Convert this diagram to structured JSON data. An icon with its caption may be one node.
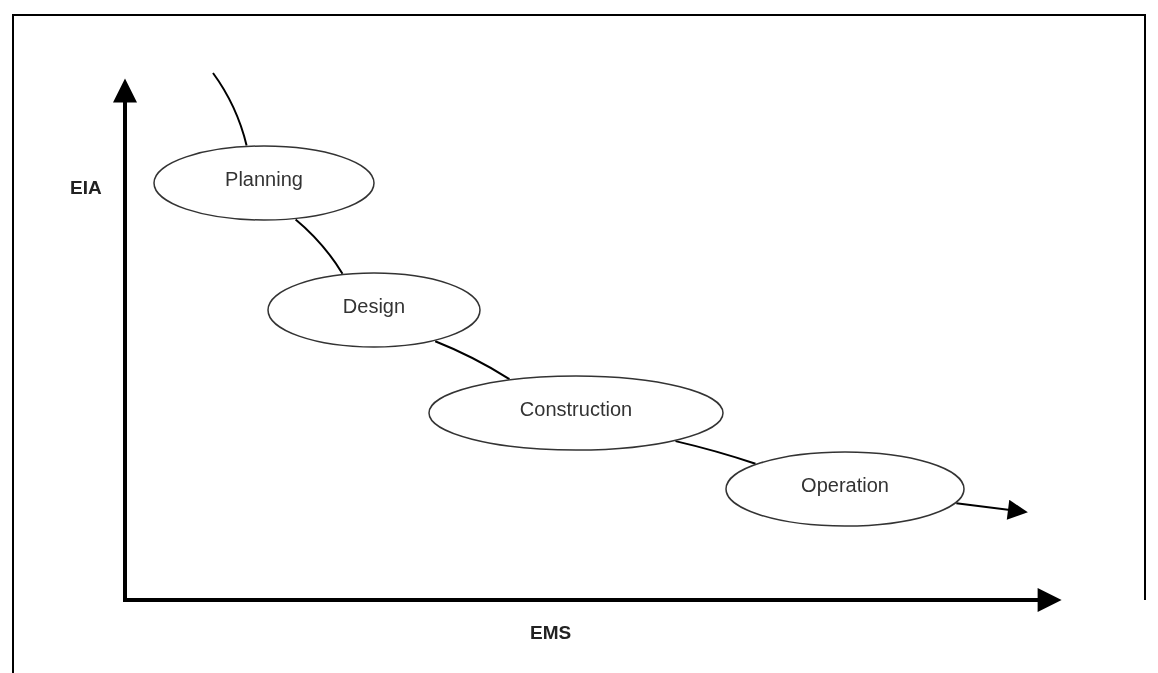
{
  "diagram": {
    "nodes": [
      {
        "text": [
          "Planning"
        ]
      },
      {
        "text": [
          "Design"
        ]
      },
      {
        "text": [
          "Construction"
        ]
      },
      {
        "text": [
          "Operation"
        ]
      }
    ],
    "edges": [
      {
        "from": null,
        "to": 0,
        "arrow": "none"
      },
      {
        "from": 0,
        "to": 1,
        "arrow": "none"
      },
      {
        "from": 1,
        "to": 2,
        "arrow": "none"
      },
      {
        "from": 2,
        "to": 3,
        "arrow": "none"
      },
      {
        "from": 3,
        "to": null,
        "arrow": "to"
      }
    ],
    "labels": [
      "EIA",
      "EMS"
    ]
  }
}
